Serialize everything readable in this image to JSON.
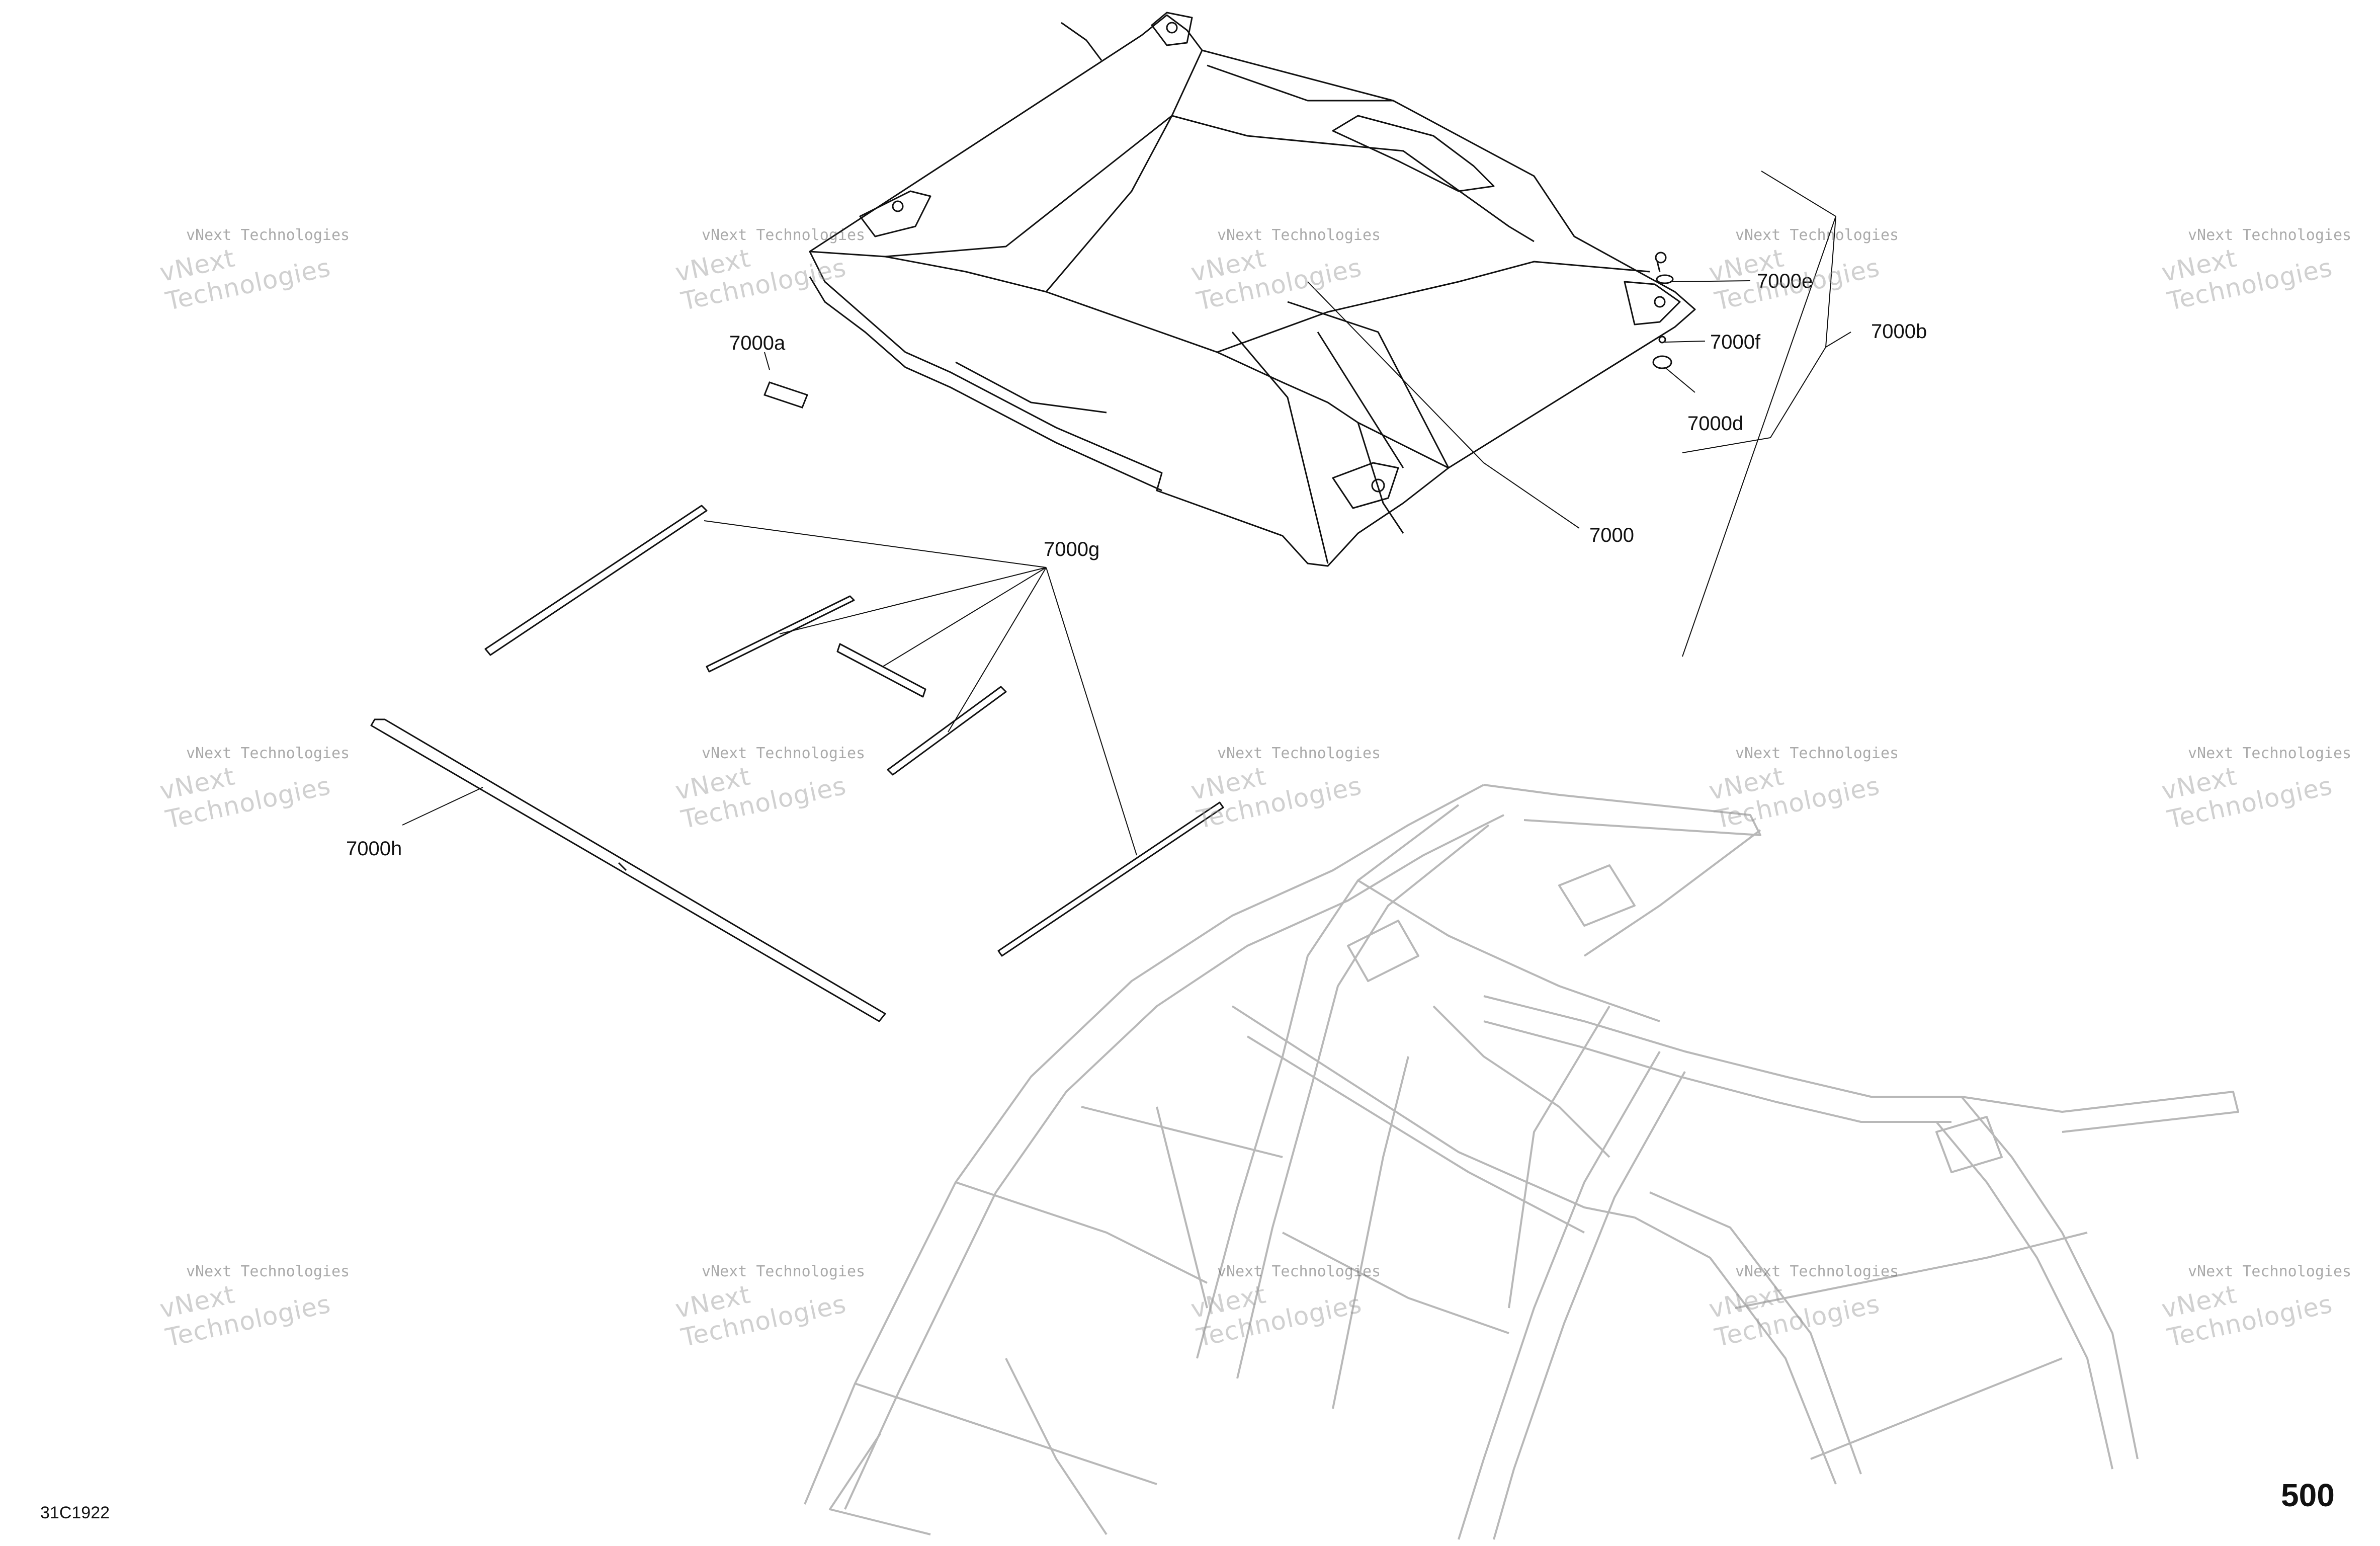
{
  "diagram": {
    "callouts": {
      "part_7000": "7000",
      "part_7000a": "7000a",
      "part_7000b": "7000b",
      "part_7000d": "7000d",
      "part_7000e": "7000e",
      "part_7000f": "7000f",
      "part_7000g": "7000g",
      "part_7000h": "7000h"
    },
    "diagram_code": "31C1922",
    "page_number": "500"
  },
  "watermark": {
    "line1": "vNext Technologies",
    "line2": "vNext Technologies"
  },
  "colors": {
    "line": "#111111",
    "frame_line": "#b8b8b8",
    "watermark_text": "#999999"
  }
}
